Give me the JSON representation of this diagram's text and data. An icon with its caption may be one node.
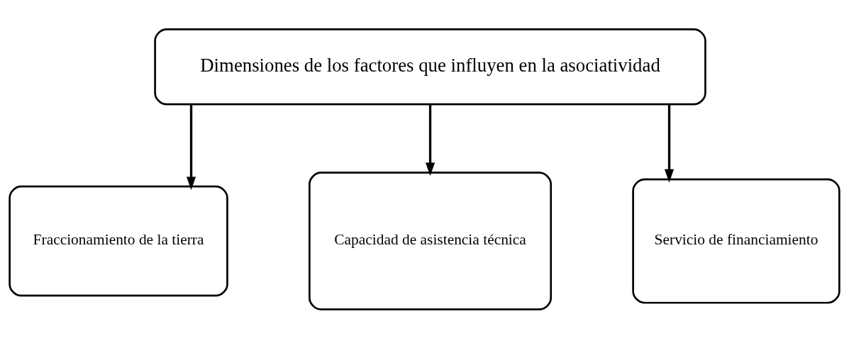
{
  "diagram": {
    "nodes": [
      {
        "text": [
          "Dimensiones de los factores que influyen en la asociatividad"
        ]
      },
      {
        "text": [
          "Fraccionamiento de la tierra"
        ]
      },
      {
        "text": [
          "Capacidad de asistencia técnica"
        ]
      },
      {
        "text": [
          "Servicio de financiamiento"
        ]
      }
    ],
    "edges": [
      {
        "from": 0,
        "to": 1,
        "arrow": "to"
      },
      {
        "from": 0,
        "to": 2,
        "arrow": "to"
      },
      {
        "from": 0,
        "to": 3,
        "arrow": "to"
      }
    ]
  }
}
